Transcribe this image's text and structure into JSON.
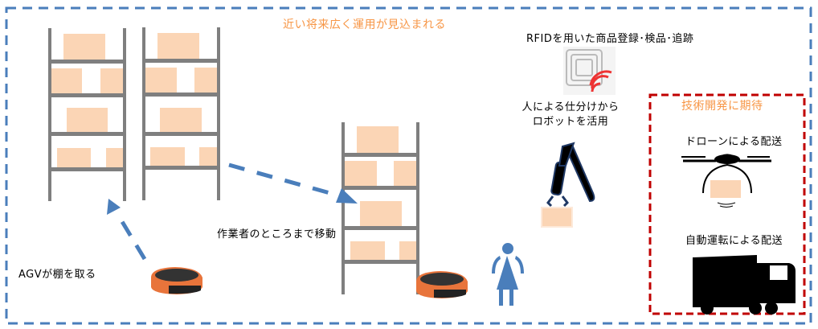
{
  "labels": {
    "headline": "近い将来広く運用が見込まれる",
    "rfid": "RFIDを用いた商品登録･検品･追跡",
    "robot_line1": "人による仕分けから",
    "robot_line2": "ロボットを活用",
    "future_title": "技術開発に期待",
    "drone": "ドローンによる配送",
    "autonomous": "自動運転による配送",
    "move_to_worker": "作業者のところまで移動",
    "agv_takes_shelf": "AGVが棚を取る"
  },
  "colors": {
    "accent_orange": "#f79646",
    "frame_blue": "#4a7ebb",
    "frame_red": "#c00000",
    "box": "#fbd5b5",
    "shelf": "#7f7f7f"
  }
}
